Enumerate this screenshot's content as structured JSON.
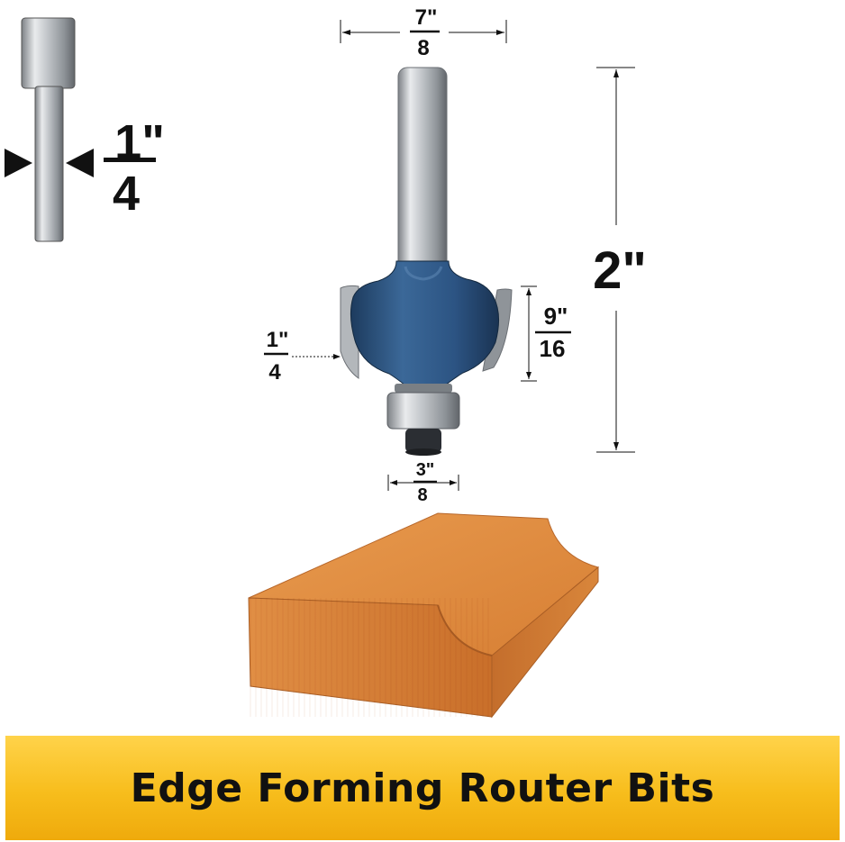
{
  "banner": {
    "title": "Edge Forming Router Bits"
  },
  "shank_diameter": {
    "numerator": "1\"",
    "denominator": "4"
  },
  "cutting_diameter": {
    "numerator": "7\"",
    "denominator": "8"
  },
  "overall_length": {
    "label": "2\""
  },
  "cutting_length": {
    "numerator": "9\"",
    "denominator": "16"
  },
  "radius": {
    "numerator": "1\"",
    "denominator": "4"
  },
  "bearing_diameter": {
    "numerator": "3\"",
    "denominator": "8"
  },
  "colors": {
    "bit_body": "#2f5a87",
    "shank": "#c9ccd0",
    "wood": "#d8843a",
    "banner": "#f7bd1c"
  }
}
